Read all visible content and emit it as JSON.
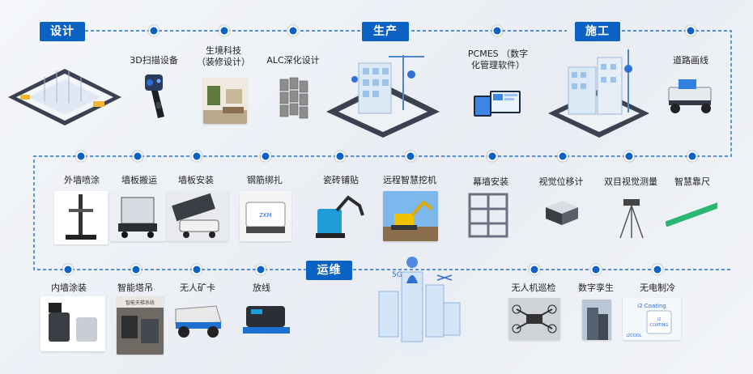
{
  "stages": {
    "design": "设计",
    "production": "生产",
    "construction": "施工",
    "operation": "运维"
  },
  "row1": [
    {
      "key": "scan",
      "label": "3D扫描设备"
    },
    {
      "key": "shengjing",
      "label": "生境科技\n（装修设计）"
    },
    {
      "key": "alc",
      "label": "ALC深化设计"
    },
    {
      "key": "pcmes",
      "label": "PCMES （数字\n化管理软件）"
    },
    {
      "key": "road",
      "label": "道路画线"
    }
  ],
  "row2": [
    {
      "key": "spray",
      "label": "外墙喷涂"
    },
    {
      "key": "carry",
      "label": "墙板搬运"
    },
    {
      "key": "install",
      "label": "墙板安装"
    },
    {
      "key": "rebar",
      "label": "钢筋绑扎"
    },
    {
      "key": "tile",
      "label": "瓷砖铺贴"
    },
    {
      "key": "excavator",
      "label": "远程智慧挖机"
    },
    {
      "key": "curtain",
      "label": "幕墙安装"
    },
    {
      "key": "visual",
      "label": "视觉位移计"
    },
    {
      "key": "binocular",
      "label": "双目视觉测量"
    },
    {
      "key": "ruler",
      "label": "智慧靠尺"
    }
  ],
  "row3": [
    {
      "key": "paint",
      "label": "内墙涂装"
    },
    {
      "key": "crane",
      "label": "智能塔吊"
    },
    {
      "key": "mine",
      "label": "无人矿卡"
    },
    {
      "key": "cable",
      "label": "放线"
    },
    {
      "key": "drone",
      "label": "无人机巡检"
    },
    {
      "key": "twin",
      "label": "数字孪生"
    },
    {
      "key": "cooling",
      "label": "无电制冷"
    }
  ],
  "colors": {
    "accent": "#0b62c2",
    "line": "#1f6fd0",
    "building": "#cfe2f6",
    "road": "#3b4150"
  },
  "icons": {
    "scan": "handheld-3d-scanner-icon",
    "excavator": "excavator-icon",
    "drone": "drone-icon"
  },
  "tile_text": {
    "crane_sign": "智能天梯系统",
    "cooling_brand": "i2 Coating",
    "cooling_product": "i2\nCOATING",
    "cooling_maker": "i2COOL",
    "rebar_brand": "ZKM"
  }
}
